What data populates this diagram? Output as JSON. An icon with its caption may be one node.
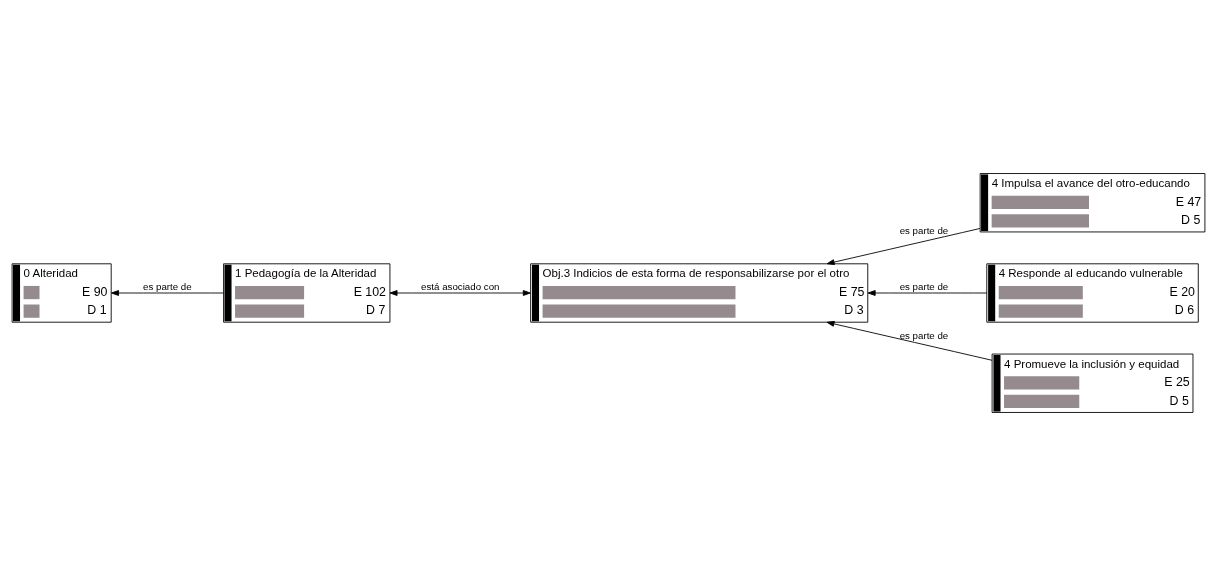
{
  "diagram": {
    "nodes": [
      {
        "text": [
          "1 Pedagogía de la Alteridad",
          "E 102",
          "D 7"
        ]
      },
      {
        "text": [
          "0 Alteridad",
          "E 90",
          "D 1"
        ]
      },
      {
        "text": [
          "Obj.3 Indicios de esta forma de responsabilizarse por el otro",
          "E 75",
          "D 3"
        ]
      },
      {
        "text": [
          "4 Impulsa el avance del otro-educando",
          "E 47",
          "D 5"
        ]
      },
      {
        "text": [
          "4 Responde al educando vulnerable",
          "E 20",
          "D 6"
        ]
      },
      {
        "text": [
          "4 Promueve la inclusión y equidad",
          "E 25",
          "D 5"
        ]
      }
    ],
    "edges": [
      {
        "from": 0,
        "to": 1,
        "arrow": "to",
        "label": "es parte de"
      },
      {
        "from": 2,
        "to": 0,
        "arrow": "both",
        "label": "está asociado con"
      },
      {
        "from": 3,
        "to": 2,
        "arrow": "to",
        "label": "es parte de"
      },
      {
        "from": 4,
        "to": 2,
        "arrow": "to",
        "label": "es parte de"
      },
      {
        "from": 5,
        "to": 2,
        "arrow": "to",
        "label": "es parte de"
      }
    ]
  }
}
